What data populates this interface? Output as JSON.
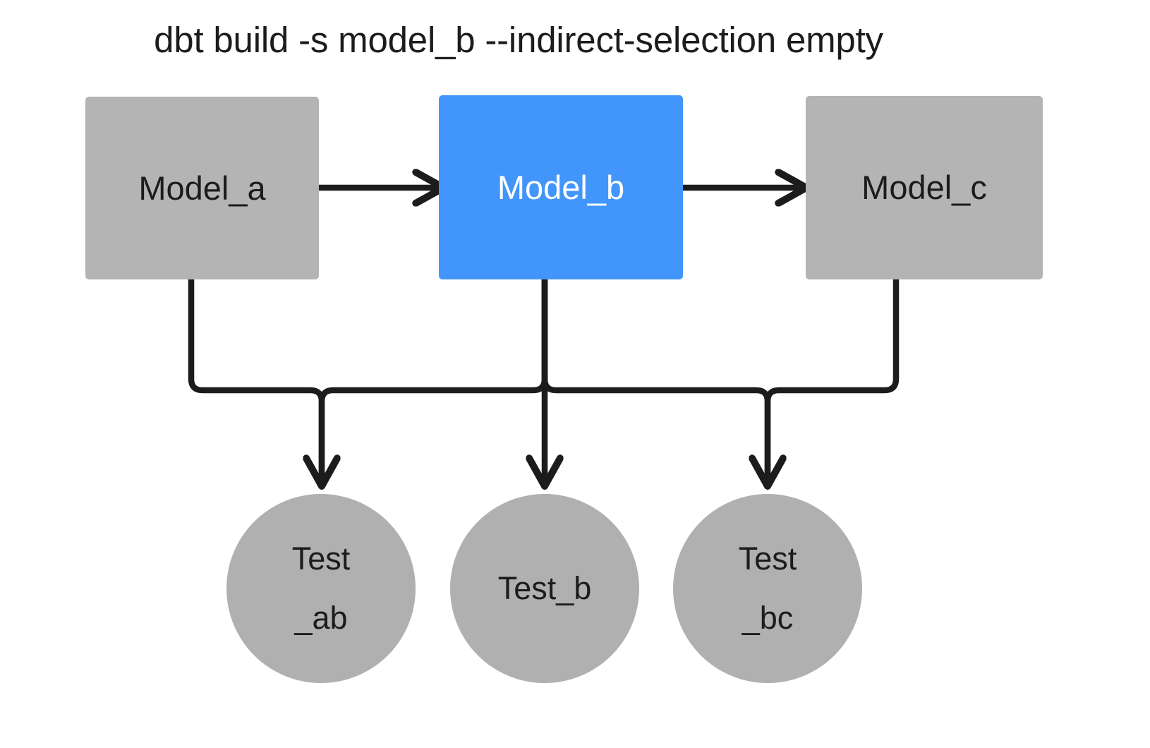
{
  "diagram": {
    "title": "dbt build -s model_b --indirect-selection empty",
    "background": "#ffffff",
    "colors": {
      "node_gray": "#b4b4b4",
      "node_blue": "#4295fa",
      "circle_gray": "#b0b0b0",
      "edge": "#1c1c1c",
      "text_dark": "#1c1c1c",
      "text_light": "#ffffff"
    },
    "models": [
      {
        "id": "model_a",
        "label": "Model_a",
        "shape": "rect",
        "state": "unselected",
        "fill": "#b4b4b4"
      },
      {
        "id": "model_b",
        "label": "Model_b",
        "shape": "rect",
        "state": "selected",
        "fill": "#4295fa"
      },
      {
        "id": "model_c",
        "label": "Model_c",
        "shape": "rect",
        "state": "unselected",
        "fill": "#b4b4b4"
      }
    ],
    "tests": [
      {
        "id": "test_ab",
        "line1": "Test",
        "line2": "_ab",
        "shape": "circle",
        "fill": "#b0b0b0"
      },
      {
        "id": "test_b",
        "line1": "Test_b",
        "line2": "",
        "shape": "circle",
        "fill": "#b0b0b0"
      },
      {
        "id": "test_bc",
        "line1": "Test",
        "line2": "_bc",
        "shape": "circle",
        "fill": "#b0b0b0"
      }
    ],
    "edges": [
      {
        "from": "model_a",
        "to": "model_b",
        "style": "arrow-right"
      },
      {
        "from": "model_b",
        "to": "model_c",
        "style": "arrow-right"
      },
      {
        "from": "model_a",
        "to": "test_ab",
        "style": "elbow-down"
      },
      {
        "from": "model_b",
        "to": "test_ab",
        "style": "elbow-down"
      },
      {
        "from": "model_b",
        "to": "test_b",
        "style": "straight-down"
      },
      {
        "from": "model_b",
        "to": "test_bc",
        "style": "elbow-down"
      },
      {
        "from": "model_c",
        "to": "test_bc",
        "style": "elbow-down"
      }
    ]
  }
}
